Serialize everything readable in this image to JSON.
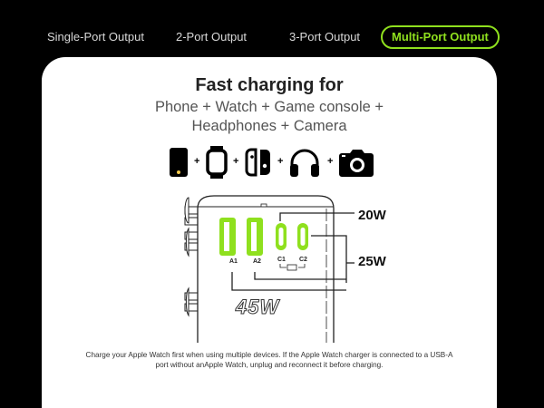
{
  "tabs": [
    {
      "label": "Single-Port Output",
      "active": false
    },
    {
      "label": "2-Port Output",
      "active": false
    },
    {
      "label": "3-Port Output",
      "active": false
    },
    {
      "label": "Multi-Port Output",
      "active": true
    }
  ],
  "colors": {
    "accent": "#8fe01e",
    "background": "#000000",
    "card": "#ffffff"
  },
  "card": {
    "title": "Fast charging for",
    "subtitle_line1": "Phone + Watch + Game console +",
    "subtitle_line2": "Headphones + Camera",
    "devices": [
      {
        "name": "phone-icon"
      },
      {
        "name": "watch-icon"
      },
      {
        "name": "game-console-icon"
      },
      {
        "name": "headphones-icon"
      },
      {
        "name": "camera-icon"
      }
    ],
    "plus": "+",
    "diagram": {
      "ports": [
        "A1",
        "A2",
        "C1",
        "C2"
      ],
      "c_port_power": "20W",
      "other_power": "25W",
      "total_power": "45W"
    },
    "note_line1": "Charge your Apple Watch first when using multiple devices. If the Apple Watch charger is connected to a USB-A",
    "note_line2": "port without anApple Watch, unplug and reconnect it before charging."
  }
}
